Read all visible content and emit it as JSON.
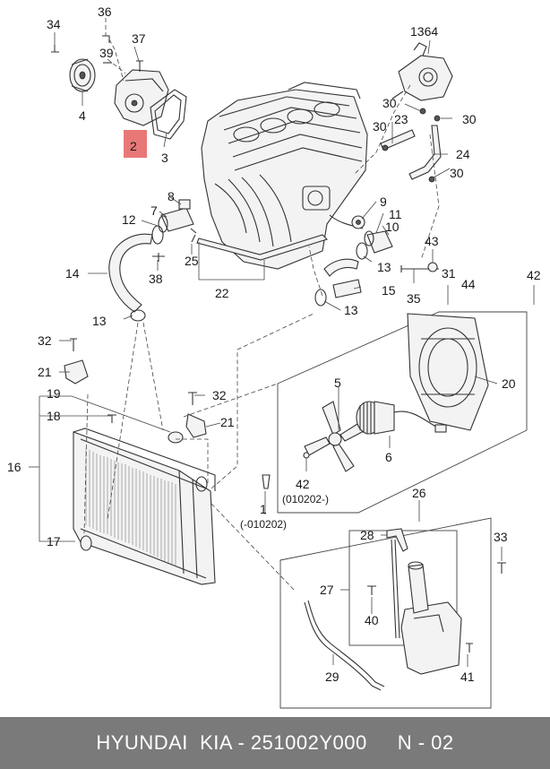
{
  "footer": {
    "part_info": "HYUNDAI  KIA - 251002Y000",
    "page": "N - 02"
  },
  "highlight": {
    "label": "2",
    "color": "#e87878"
  },
  "parts": {
    "p34": "34",
    "p36": "36",
    "p37": "37",
    "p39": "39",
    "p4": "4",
    "p2": "2",
    "p3": "3",
    "p1364": "1364",
    "p30a": "30",
    "p30b": "30",
    "p30c": "30",
    "p30d": "30",
    "p23": "23",
    "p24": "24",
    "p8": "8",
    "p7": "7",
    "p12": "12",
    "p9": "9",
    "p11": "11",
    "p10": "10",
    "p43": "43",
    "p14": "14",
    "p38": "38",
    "p25": "25",
    "p22": "22",
    "p13a": "13",
    "p13b": "13",
    "p13c": "13",
    "p15": "15",
    "p35": "35",
    "p31": "31",
    "p44": "44",
    "p42a": "42",
    "p42b": "42",
    "p32a": "32",
    "p32b": "32",
    "p21a": "21",
    "p21b": "21",
    "p19": "19",
    "p18": "18",
    "p16": "16",
    "p17": "17",
    "p5": "5",
    "p6": "6",
    "p20": "20",
    "p1": "1",
    "p26": "26",
    "p28": "28",
    "p27": "27",
    "p40": "40",
    "p29": "29",
    "p33": "33",
    "p41": "41"
  },
  "notes": {
    "fan_date": "(010202-)",
    "radiator_date": "(-010202)"
  }
}
